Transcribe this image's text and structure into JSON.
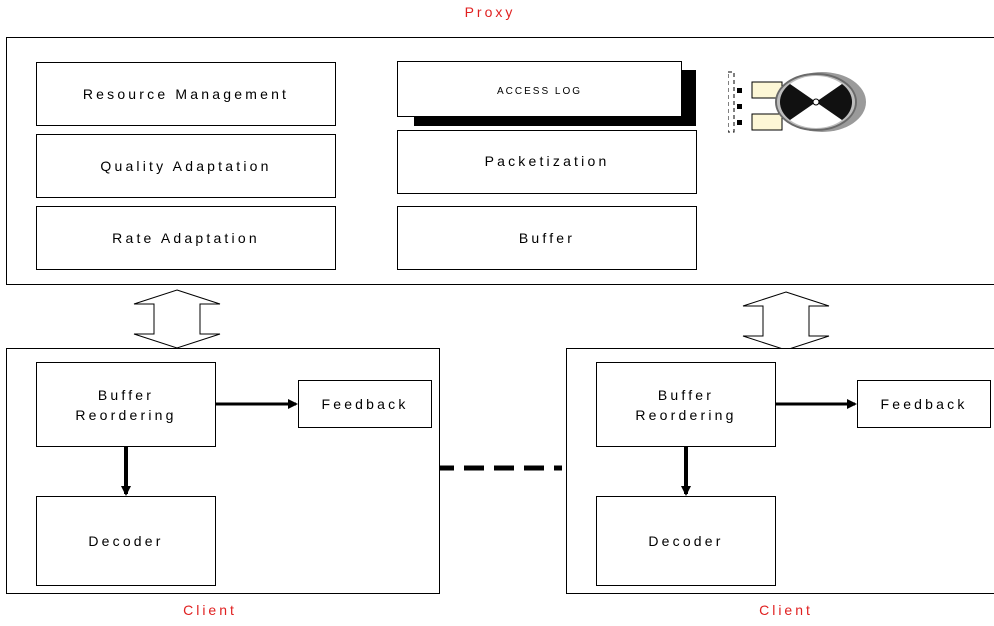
{
  "proxy": {
    "label": "Proxy",
    "resource_management": "Resource Management",
    "quality_adaptation": "Quality Adaptation",
    "rate_adaptation": "Rate Adaptation",
    "access_log": "ACCESS LOG",
    "packetization": "Packetization",
    "buffer": "Buffer",
    "icon": "film-reel-icon"
  },
  "clients": [
    {
      "label": "Client",
      "buffer_reordering": "Buffer\nReordering",
      "feedback": "Feedback",
      "decoder": "Decoder"
    },
    {
      "label": "Client",
      "buffer_reordering": "Buffer\nReordering",
      "feedback": "Feedback",
      "decoder": "Decoder"
    }
  ],
  "colors": {
    "label": "#e02020",
    "line": "#000000"
  }
}
